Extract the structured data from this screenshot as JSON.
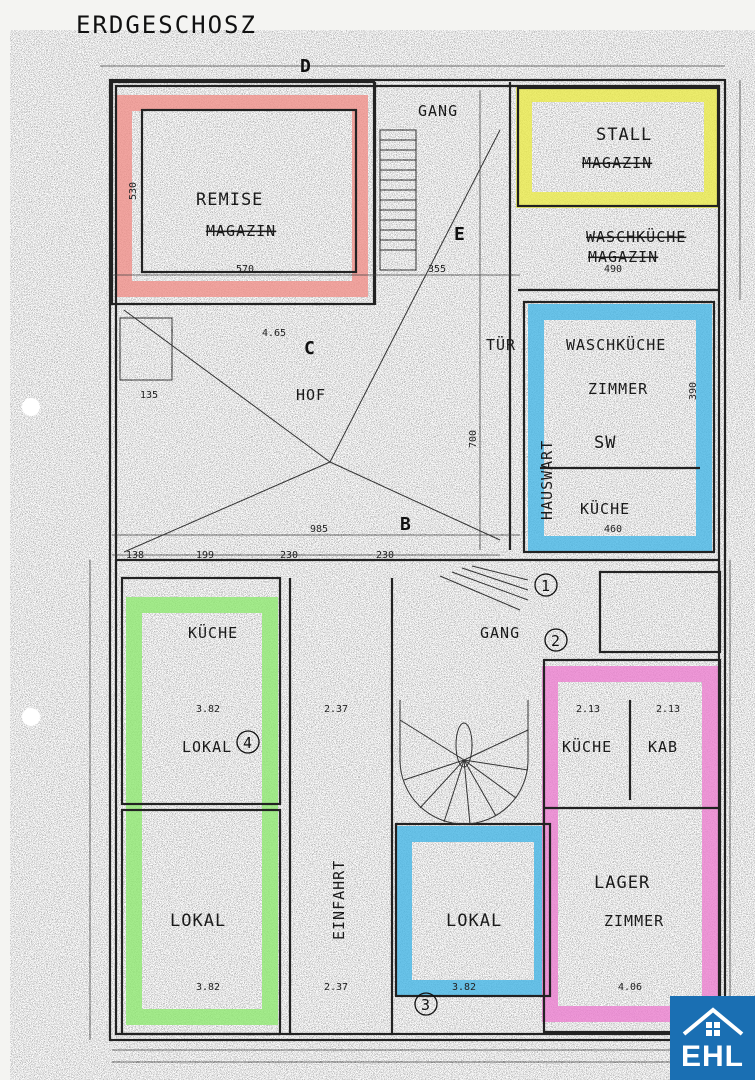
{
  "title": "ERDGESCHOSZ",
  "sections": {
    "top": "D",
    "mid": "C",
    "bottom": "B",
    "east": "E"
  },
  "rooms": {
    "remise": "REMISE",
    "magazin_left": "MAGAZIN",
    "stall": "STALL",
    "magazin_right": "MAGAZIN",
    "gang_top": "GANG",
    "waschkueche_top": "WASCHKÜCHE",
    "magazin_strike": "MAGAZIN",
    "waschkueche": "WASCHKÜCHE",
    "zimmer_right": "ZIMMER",
    "sw": "SW",
    "kueche_right": "KÜCHE",
    "hof": "HOF",
    "kueche_left": "KÜCHE",
    "lokal_left": "LOKAL",
    "lokal_left_bottom": "LOKAL",
    "einfahrt": "EINFAHRT",
    "gang_mid": "GANG",
    "lokal_center": "LOKAL",
    "kueche_pink": "KÜCHE",
    "kab": "KAB",
    "lager": "LAGER",
    "zimmer_pink": "ZIMMER",
    "hauswart": "HAUSWART",
    "tuer": "TÜR"
  },
  "unit_numbers": {
    "u1": "1",
    "u2": "2",
    "u3": "3",
    "u4": "4"
  },
  "dimensions": {
    "d570": "570",
    "d465": "4.65",
    "d355": "355",
    "d490": "490",
    "d135": "135",
    "d985": "985",
    "d138": "138",
    "d199": "199",
    "d230a": "230",
    "d230b": "230",
    "d460": "460",
    "d700": "700",
    "d382a": "3.82",
    "d382b": "3.82",
    "d382c": "3.82",
    "d237a": "2.37",
    "d237b": "2.37",
    "d406": "4.06",
    "d213a": "2.13",
    "d213b": "2.13",
    "d530": "530",
    "d390": "390"
  },
  "colors": {
    "red": "#f0908a",
    "yellow": "#eaea4a",
    "blue": "#46b6e6",
    "green": "#8ee870",
    "pink": "#ec7fd0",
    "logo": "#1a6fb3"
  },
  "logo": {
    "text": "EHL"
  }
}
